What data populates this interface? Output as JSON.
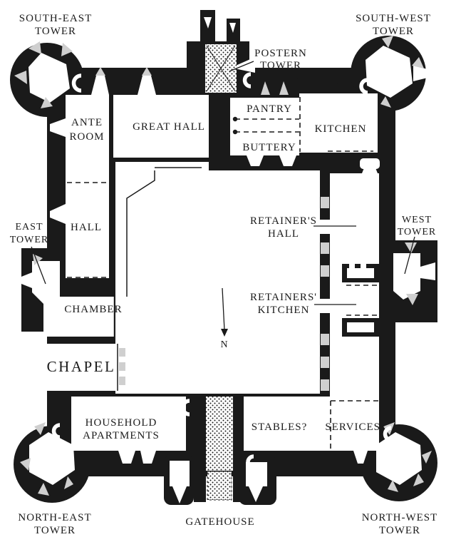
{
  "figure_type": "castle-ground-floor-plan",
  "colors": {
    "ink": "#1a1a1a",
    "paper": "#ffffff",
    "shade": "#cfcfcf"
  },
  "compass": {
    "label": "N",
    "direction": "down"
  },
  "labels": {
    "south_east_tower": {
      "line1": "SOUTH-EAST",
      "line2": "TOWER"
    },
    "south_west_tower": {
      "line1": "SOUTH-WEST",
      "line2": "TOWER"
    },
    "postern_tower": {
      "line1": "POSTERN",
      "line2": "TOWER"
    },
    "ante_room": {
      "line1": "ANTE",
      "line2": "ROOM"
    },
    "great_hall": {
      "text": "GREAT HALL"
    },
    "pantry": {
      "text": "PANTRY"
    },
    "buttery": {
      "text": "BUTTERY"
    },
    "kitchen": {
      "text": "KITCHEN"
    },
    "east_tower": {
      "line1": "EAST",
      "line2": "TOWER"
    },
    "hall": {
      "text": "HALL"
    },
    "retainers_hall": {
      "line1": "RETAINER'S",
      "line2": "HALL"
    },
    "west_tower": {
      "line1": "WEST",
      "line2": "TOWER"
    },
    "chamber": {
      "text": "CHAMBER"
    },
    "retainers_kitchen": {
      "line1": "RETAINERS'",
      "line2": "KITCHEN"
    },
    "chapel": {
      "text": "CHAPEL"
    },
    "household_apartments": {
      "line1": "HOUSEHOLD",
      "line2": "APARTMENTS"
    },
    "stables": {
      "text": "STABLES?"
    },
    "services": {
      "text": "SERVICES?"
    },
    "north_east_tower": {
      "line1": "NORTH-EAST",
      "line2": "TOWER"
    },
    "gatehouse": {
      "text": "GATEHOUSE"
    },
    "north_west_tower": {
      "line1": "NORTH-WEST",
      "line2": "TOWER"
    },
    "north": {
      "text": "N"
    }
  }
}
